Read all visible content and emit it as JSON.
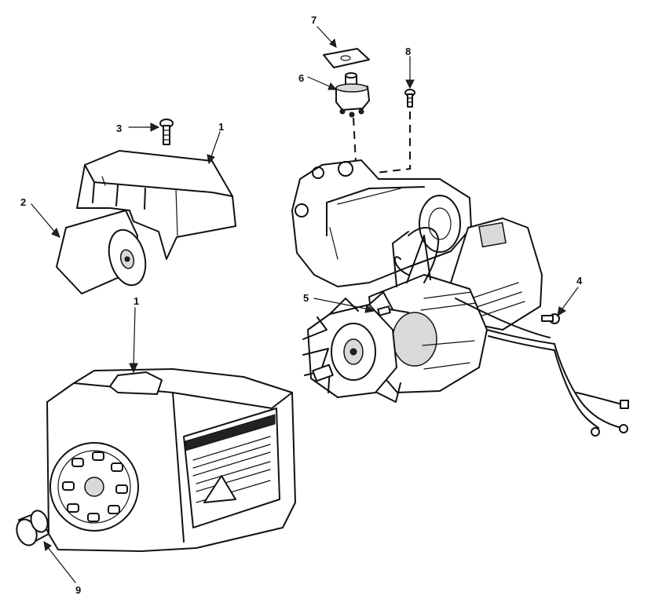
{
  "callouts": {
    "c1_top": "1",
    "c1_lower": "1",
    "c2": "2",
    "c3": "3",
    "c4": "4",
    "c5": "5",
    "c6": "6",
    "c7": "7",
    "c8": "8",
    "c9": "9"
  }
}
